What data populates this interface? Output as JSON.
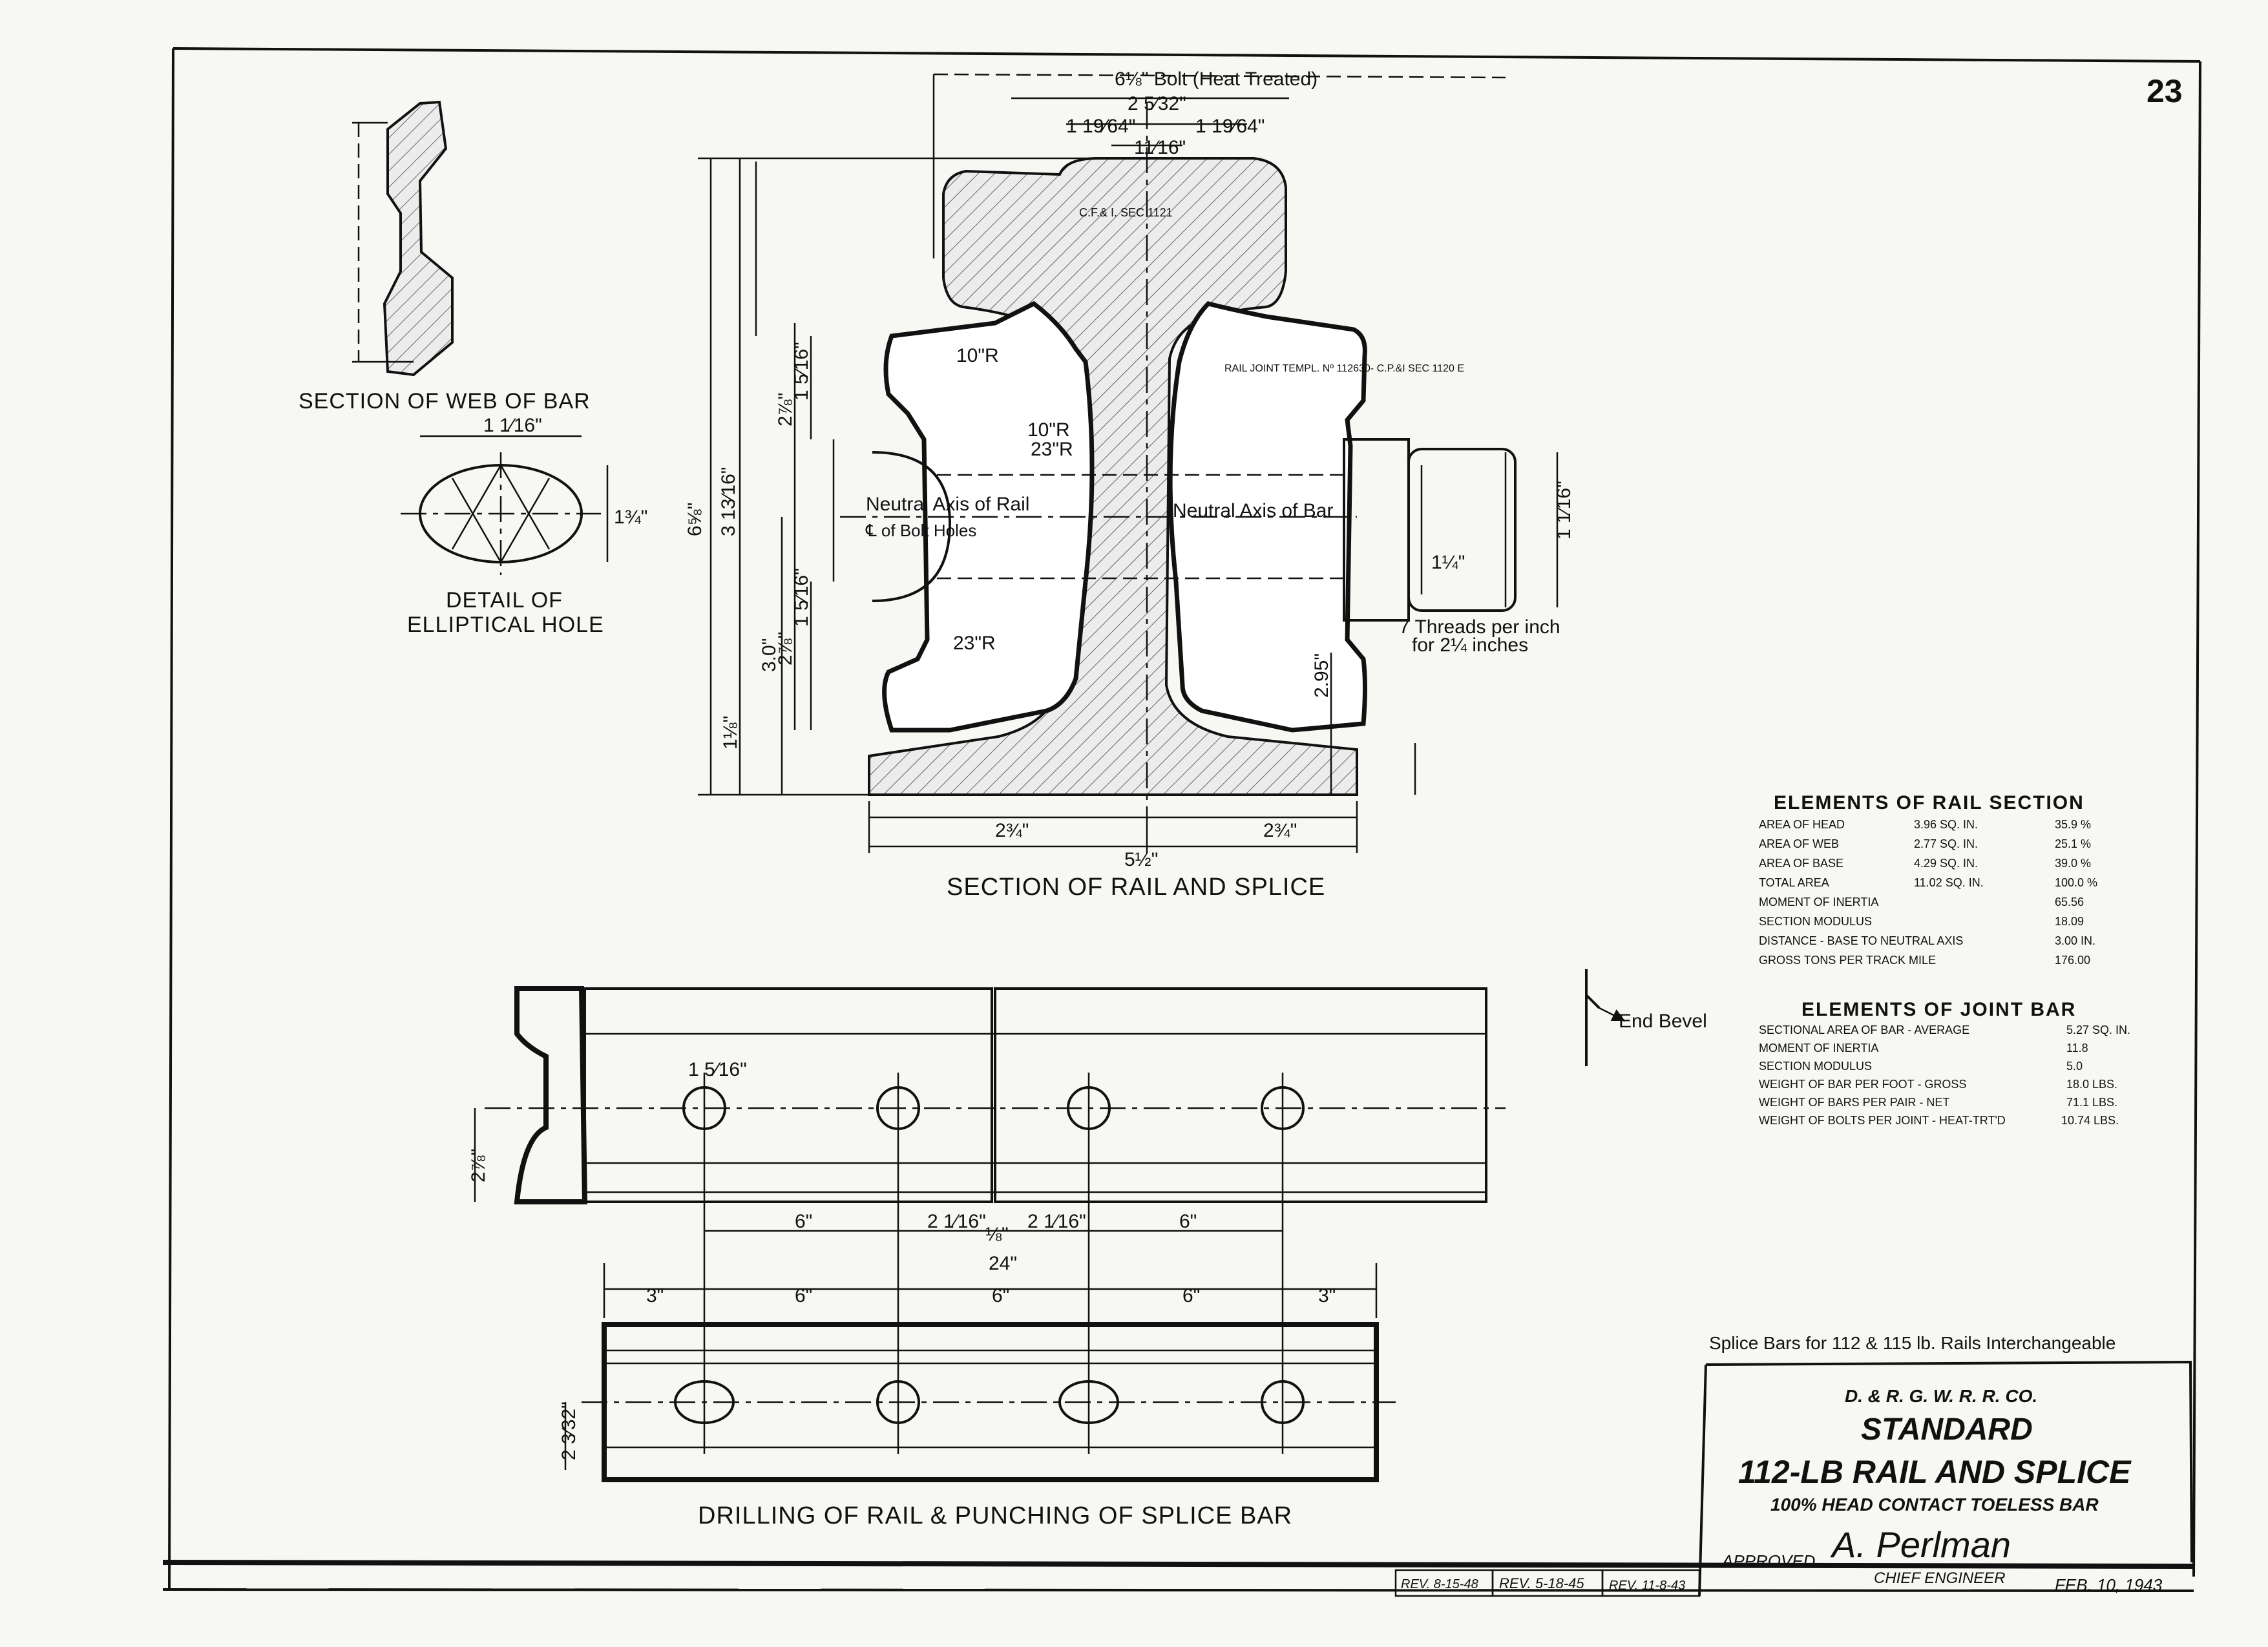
{
  "sheet_number": "23",
  "labels": {
    "web_section": "SECTION OF WEB OF BAR",
    "elliptical_1": "DETAIL OF",
    "elliptical_2": "ELLIPTICAL HOLE",
    "rail_splice": "SECTION OF RAIL AND SPLICE",
    "drilling": "DRILLING OF RAIL & PUNCHING OF SPLICE BAR",
    "bolt": "6⅛\" Bolt (Heat Treated)",
    "threads": "7 Threads per inch",
    "threads2": "for 2¼ inches",
    "end_bevel": "End Bevel",
    "neutral_rail": "Neutral  Axis  of  Rail",
    "neutral_bar": "Neutral  Axis  of  Bar",
    "bolt_holes": "℄ of Bolt Holes",
    "template": "RAIL JOINT TEMPL. Nº 112630- C.P.&I SEC 1120 E",
    "cfi": "C.F.& I. SEC 1121",
    "r10a": "10\"R",
    "r10b": "10\"R",
    "r23a": "23\"R",
    "r23b": "23\"R"
  },
  "dims": {
    "d_2_5_32": "2 5⁄32\"",
    "d_1_19_64a": "1 19⁄64\"",
    "d_1_19_64b": "1 19⁄64\"",
    "d_11_16": "11⁄16\"",
    "d_2_3_4": "2¾\"",
    "d_5_1_2": "5½\"",
    "d_2_3_4b": "2¾\"",
    "d_6_5_8": "6⅝\"",
    "d_3_13_16": "3 13⁄16\"",
    "d_3_0": "3.0\"",
    "d_2_7_8": "2⅞\"",
    "d_1_1_8": "1⅛\"",
    "d_2_95": "2.95\"",
    "d_1_1_4": "1¼\"",
    "d_1_1_16": "1 1⁄16\"",
    "d_1_3_4": "1¾\"",
    "d_1_1_16b": "1 1⁄16\"",
    "d_1_5_16": "1 5⁄16\"",
    "d_2_7_8b": "2⅞\"",
    "d_1_5_16b": "1 5⁄16\"",
    "d_6a": "6\"",
    "d_2_1_16a": "2 1⁄16\"",
    "d_1_8": "⅛\"",
    "d_2_1_16b": "2 1⁄16\"",
    "d_6b": "6\"",
    "d_24": "24\"",
    "d_3a": "3\"",
    "d_6c": "6\"",
    "d_6d": "6\"",
    "d_6e": "6\"",
    "d_3b": "3\"",
    "d_2_3_32": "2 3⁄32\"",
    "d_1_5_16c": "1 5⁄16\""
  },
  "rail_section": {
    "title": "ELEMENTS OF RAIL SECTION",
    "rows": [
      {
        "label": "AREA OF HEAD",
        "value": "3.96 SQ. IN.",
        "pct": "35.9 %"
      },
      {
        "label": "AREA OF WEB",
        "value": "2.77 SQ. IN.",
        "pct": "25.1 %"
      },
      {
        "label": "AREA OF BASE",
        "value": "4.29 SQ. IN.",
        "pct": "39.0 %"
      },
      {
        "label": "TOTAL AREA",
        "value": "11.02 SQ. IN.",
        "pct": "100.0 %"
      },
      {
        "label": "MOMENT OF INERTIA",
        "value": "",
        "pct": "65.56"
      },
      {
        "label": "SECTION MODULUS",
        "value": "",
        "pct": "18.09"
      },
      {
        "label": "DISTANCE - BASE TO NEUTRAL AXIS",
        "value": "",
        "pct": "3.00 IN."
      },
      {
        "label": "GROSS TONS PER TRACK MILE",
        "value": "",
        "pct": "176.00"
      }
    ]
  },
  "joint_bar": {
    "title": "ELEMENTS OF JOINT BAR",
    "rows": [
      {
        "label": "SECTIONAL AREA OF BAR - AVERAGE",
        "value": "5.27 SQ. IN."
      },
      {
        "label": "MOMENT OF INERTIA",
        "value": "11.8"
      },
      {
        "label": "SECTION MODULUS",
        "value": "5.0"
      },
      {
        "label": "WEIGHT OF BAR PER FOOT - GROSS",
        "value": "18.0 LBS."
      },
      {
        "label": "WEIGHT OF BARS PER PAIR - NET",
        "value": "71.1 LBS."
      },
      {
        "label": "WEIGHT OF BOLTS PER JOINT - HEAT-TRT'D",
        "value": "10.74 LBS."
      }
    ]
  },
  "title_block": {
    "note": "Splice Bars for 112 & 115 lb. Rails Interchangeable",
    "company": "D. & R. G. W. R. R. CO.",
    "line1": "STANDARD",
    "line2": "112-LB RAIL AND SPLICE",
    "line3": "100% HEAD CONTACT TOELESS BAR",
    "approved": "APPROVED",
    "signature": "A. Perlman",
    "chief": "CHIEF ENGINEER",
    "date": "FEB. 10, 1943"
  },
  "revisions": [
    "REV. 8-15-48",
    "REV. 5-18-45",
    "REV. 11-8-43"
  ]
}
